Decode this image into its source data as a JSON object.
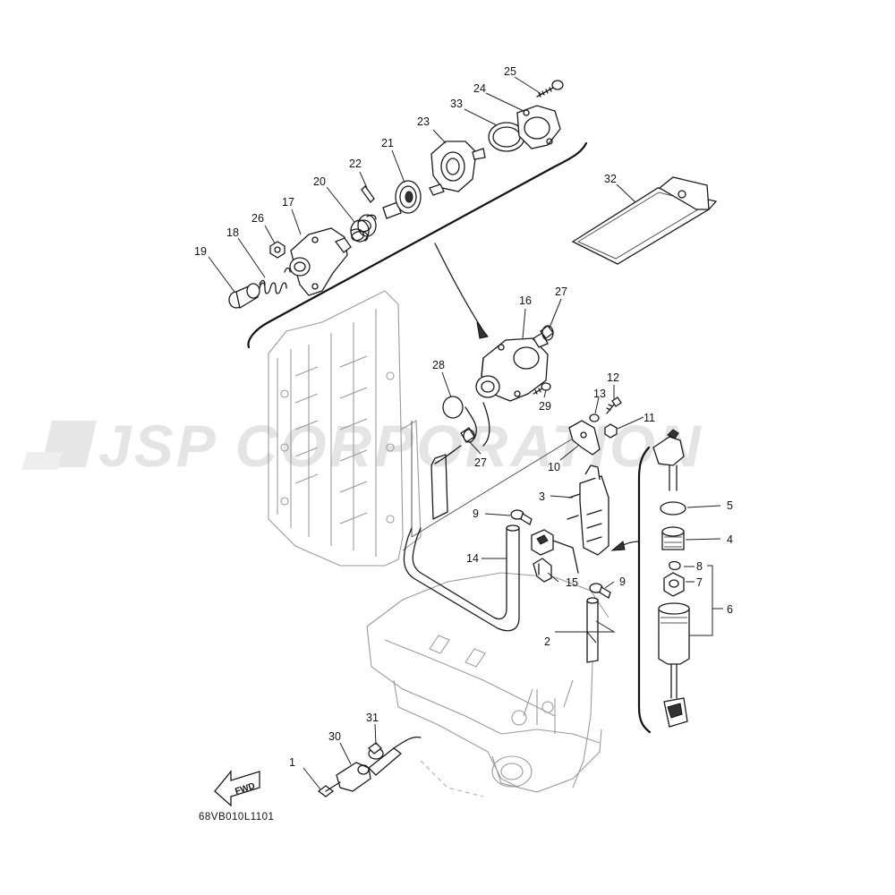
{
  "watermark": "JSP CORPORATION",
  "drawing_code": "68VB010L1101",
  "fwd_label": "FWD",
  "callouts": [
    {
      "id": "n1",
      "label": "1"
    },
    {
      "id": "n2",
      "label": "2"
    },
    {
      "id": "n3",
      "label": "3"
    },
    {
      "id": "n4",
      "label": "4"
    },
    {
      "id": "n5",
      "label": "5"
    },
    {
      "id": "n6",
      "label": "6"
    },
    {
      "id": "n7",
      "label": "7"
    },
    {
      "id": "n8",
      "label": "8"
    },
    {
      "id": "n9a",
      "label": "9"
    },
    {
      "id": "n9b",
      "label": "9"
    },
    {
      "id": "n10",
      "label": "10"
    },
    {
      "id": "n11",
      "label": "11"
    },
    {
      "id": "n12",
      "label": "12"
    },
    {
      "id": "n13",
      "label": "13"
    },
    {
      "id": "n14",
      "label": "14"
    },
    {
      "id": "n15",
      "label": "15"
    },
    {
      "id": "n16",
      "label": "16"
    },
    {
      "id": "n17",
      "label": "17"
    },
    {
      "id": "n18",
      "label": "18"
    },
    {
      "id": "n19",
      "label": "19"
    },
    {
      "id": "n20",
      "label": "20"
    },
    {
      "id": "n21",
      "label": "21"
    },
    {
      "id": "n22",
      "label": "22"
    },
    {
      "id": "n23",
      "label": "23"
    },
    {
      "id": "n24",
      "label": "24"
    },
    {
      "id": "n25",
      "label": "25"
    },
    {
      "id": "n26",
      "label": "26"
    },
    {
      "id": "n27a",
      "label": "27"
    },
    {
      "id": "n27b",
      "label": "27"
    },
    {
      "id": "n28",
      "label": "28"
    },
    {
      "id": "n29",
      "label": "29"
    },
    {
      "id": "n30",
      "label": "30"
    },
    {
      "id": "n31",
      "label": "31"
    },
    {
      "id": "n32",
      "label": "32"
    },
    {
      "id": "n33",
      "label": "33"
    }
  ]
}
